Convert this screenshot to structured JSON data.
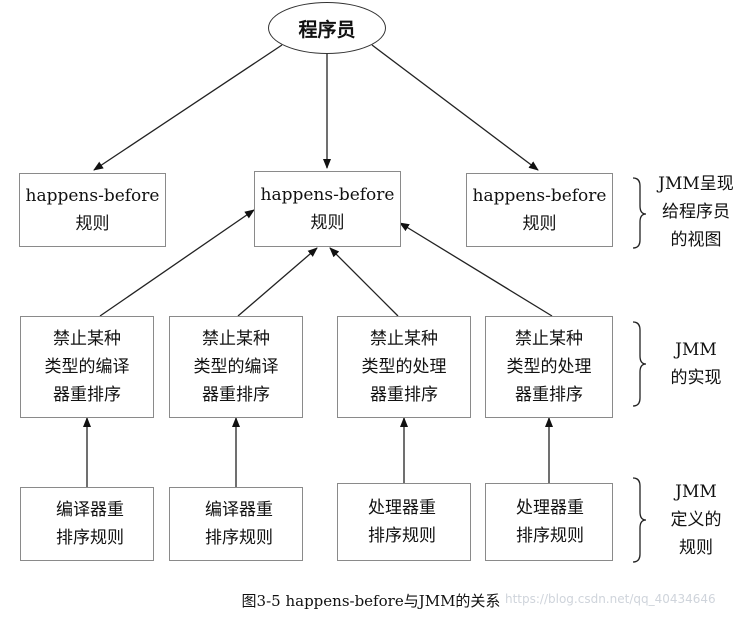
{
  "root": {
    "label": "程序员"
  },
  "view_rules": [
    {
      "line1": "happens-before",
      "line2": "规则"
    },
    {
      "line1": "happens-before",
      "line2": "规则"
    },
    {
      "line1": "happens-before",
      "line2": "规则"
    }
  ],
  "impl_nodes": [
    {
      "line1": "禁止某种",
      "line2": "类型的编译",
      "line3": "器重排序"
    },
    {
      "line1": "禁止某种",
      "line2": "类型的编译",
      "line3": "器重排序"
    },
    {
      "line1": "禁止某种",
      "line2": "类型的处理",
      "line3": "器重排序"
    },
    {
      "line1": "禁止某种",
      "line2": "类型的处理",
      "line3": "器重排序"
    }
  ],
  "def_rules": [
    {
      "line1": "编译器重",
      "line2": "排序规则"
    },
    {
      "line1": "编译器重",
      "line2": "排序规则"
    },
    {
      "line1": "处理器重",
      "line2": "排序规则"
    },
    {
      "line1": "处理器重",
      "line2": "排序规则"
    }
  ],
  "side_labels": {
    "view": {
      "line1": "JMM呈现",
      "line2": "给程序员",
      "line3": "的视图"
    },
    "impl": {
      "line1": "JMM",
      "line2": "的实现"
    },
    "def": {
      "line1": "JMM",
      "line2": "定义的",
      "line3": "规则"
    }
  },
  "caption": "图3-5   happens-before与JMM的关系",
  "watermark": "https://blog.csdn.net/qq_40434646"
}
